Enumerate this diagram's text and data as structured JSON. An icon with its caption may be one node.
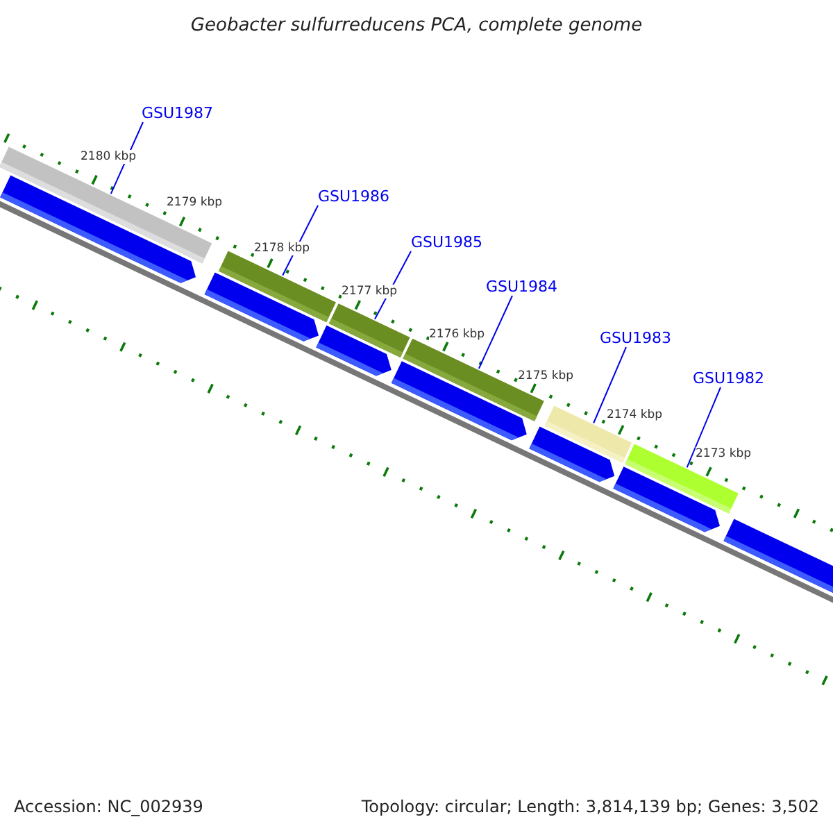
{
  "diagram": {
    "title": "Geobacter sulfurreducens PCA, complete genome",
    "nodes": [
      {
        "text": [
          "GSU1987"
        ]
      },
      {
        "text": [
          "GSU1986"
        ]
      },
      {
        "text": [
          "GSU1985"
        ]
      },
      {
        "text": [
          "GSU1984"
        ]
      },
      {
        "text": [
          "GSU1983"
        ]
      },
      {
        "text": [
          "GSU1982"
        ]
      },
      {
        "text": [],
        "shape": "bar"
      },
      {
        "text": [],
        "shape": "bar"
      },
      {
        "text": [],
        "shape": "bar"
      },
      {
        "text": [],
        "shape": "bar"
      },
      {
        "text": [],
        "shape": "bar"
      },
      {
        "text": [],
        "shape": "bar"
      },
      {
        "text": [],
        "shape": "bar"
      },
      {
        "text": [],
        "shape": "bar"
      },
      {
        "text": [],
        "shape": "bar"
      },
      {
        "text": [],
        "shape": "bar"
      },
      {
        "text": [],
        "shape": "bar"
      },
      {
        "text": [],
        "shape": "bar"
      },
      {
        "text": [],
        "shape": "bar"
      }
    ],
    "edges": [
      {
        "from": 0,
        "to": 6,
        "arrow": "none"
      },
      {
        "from": 1,
        "to": 7,
        "arrow": "none"
      },
      {
        "from": 2,
        "to": 8,
        "arrow": "none"
      },
      {
        "from": 3,
        "to": 9,
        "arrow": "none"
      },
      {
        "from": 4,
        "to": 10,
        "arrow": "none"
      },
      {
        "from": 5,
        "to": 11,
        "arrow": "none"
      }
    ],
    "labels": [
      "2180 kbp",
      "2179 kbp",
      "2178 kbp",
      "2177 kbp",
      "2176 kbp",
      "2175 kbp",
      "2174 kbp",
      "2173 kbp",
      "Accession: NC_002939",
      "Topology: circular; Length: 3,814,139 bp; Genes: 3,502"
    ]
  }
}
